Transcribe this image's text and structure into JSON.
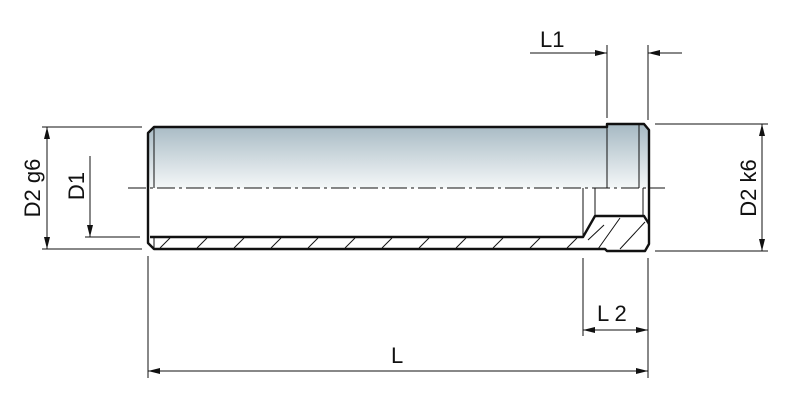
{
  "labels": {
    "L1": "L1",
    "L2": "L 2",
    "L": "L",
    "D1": "D1",
    "D2g6": "D2 g6",
    "D2k6": "D2 k6"
  },
  "colors": {
    "gradient_top": "#a6b9c3",
    "gradient_bottom": "#f4f7f8",
    "line": "#111111"
  }
}
